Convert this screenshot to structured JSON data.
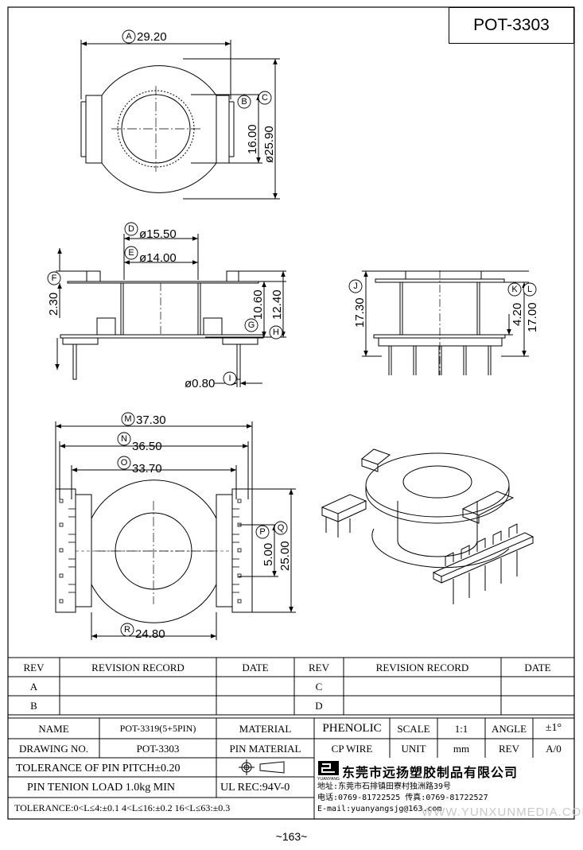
{
  "title": "POT-3303",
  "page_number": "~163~",
  "watermark": "WWW.YUNXUNMEDIA.COM",
  "dimensions": {
    "A": "29.20",
    "B": "16.00",
    "C": "ø25.90",
    "D": "ø15.50",
    "E": "ø14.00",
    "F": "2.30",
    "G_H_10": "10.60",
    "H_12": "12.40",
    "I": "ø0.80",
    "J": "17.30",
    "K": "4.20",
    "L": "17.00",
    "M": "37.30",
    "N": "36.50",
    "O": "33.70",
    "P": "5.00",
    "Q": "25.00",
    "R": "24.80"
  },
  "markers": [
    "A",
    "B",
    "C",
    "D",
    "E",
    "F",
    "G",
    "H",
    "I",
    "J",
    "K",
    "L",
    "M",
    "N",
    "O",
    "P",
    "Q",
    "R"
  ],
  "revision": {
    "header": [
      "REV",
      "REVISION RECORD",
      "DATE",
      "REV",
      "REVISION RECORD",
      "DATE"
    ],
    "rows": [
      [
        "A",
        "",
        "",
        "C",
        "",
        ""
      ],
      [
        "B",
        "",
        "",
        "D",
        "",
        ""
      ]
    ]
  },
  "info": {
    "name_label": "NAME",
    "name_value": "POT-3319(5+5PIN)",
    "material_label": "MATERIAL",
    "material_value": "PHENOLIC",
    "scale_label": "SCALE",
    "scale_value": "1:1",
    "angle_label": "ANGLE",
    "angle_value": "±1°",
    "drawing_label": "DRAWING NO.",
    "drawing_value": "POT-3303",
    "pin_material_label": "PIN MATERIAL",
    "pin_material_value": "CP WIRE",
    "unit_label": "UNIT",
    "unit_value": "mm",
    "rev_label": "REV",
    "rev_value": "A/0",
    "tol_pitch": "TOLERANCE OF PIN PITCH±0.20",
    "pin_tension": "PIN TENION LOAD 1.0kg MIN",
    "ul_rec": "UL REC:94V-0",
    "tolerance": "TOLERANCE:0<L≤4:±0.1  4<L≤16:±0.2  16<L≤63:±0.3",
    "company": "东莞市远扬塑胶制品有限公司",
    "logo_text": "YUANYANG",
    "address": "地址:东莞市石排镇田寮村独洲路39号",
    "phone": "电话:0769-81722525    传真:0769-81722527",
    "email": "E-mail:yuanyangsjg@163.com"
  }
}
